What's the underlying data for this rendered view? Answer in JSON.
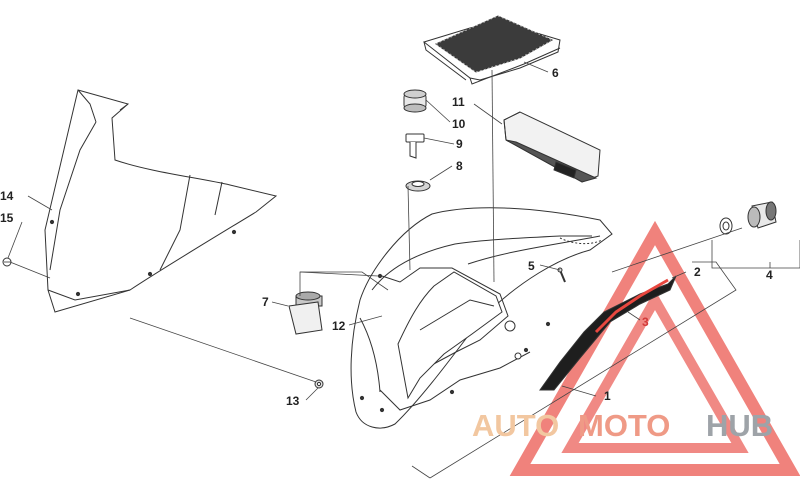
{
  "diagram": {
    "callouts": [
      {
        "id": "1",
        "text": "1"
      },
      {
        "id": "2",
        "text": "2"
      },
      {
        "id": "3",
        "text": "3"
      },
      {
        "id": "4",
        "text": "4"
      },
      {
        "id": "5",
        "text": "5"
      },
      {
        "id": "6",
        "text": "6"
      },
      {
        "id": "7",
        "text": "7"
      },
      {
        "id": "8",
        "text": "8"
      },
      {
        "id": "9",
        "text": "9"
      },
      {
        "id": "10",
        "text": "10"
      },
      {
        "id": "11",
        "text": "11"
      },
      {
        "id": "12",
        "text": "12"
      },
      {
        "id": "13",
        "text": "13"
      },
      {
        "id": "14",
        "text": "14"
      },
      {
        "id": "15",
        "text": "15"
      }
    ]
  },
  "watermark": {
    "part_auto": "AUTO",
    "part_moto": "MOTO",
    "part_hub": "HUB",
    "colors": {
      "auto": "#f2c7a0",
      "moto": "#ef9a86",
      "hub": "#9ea3a8",
      "triangle": "#e8473f"
    }
  }
}
